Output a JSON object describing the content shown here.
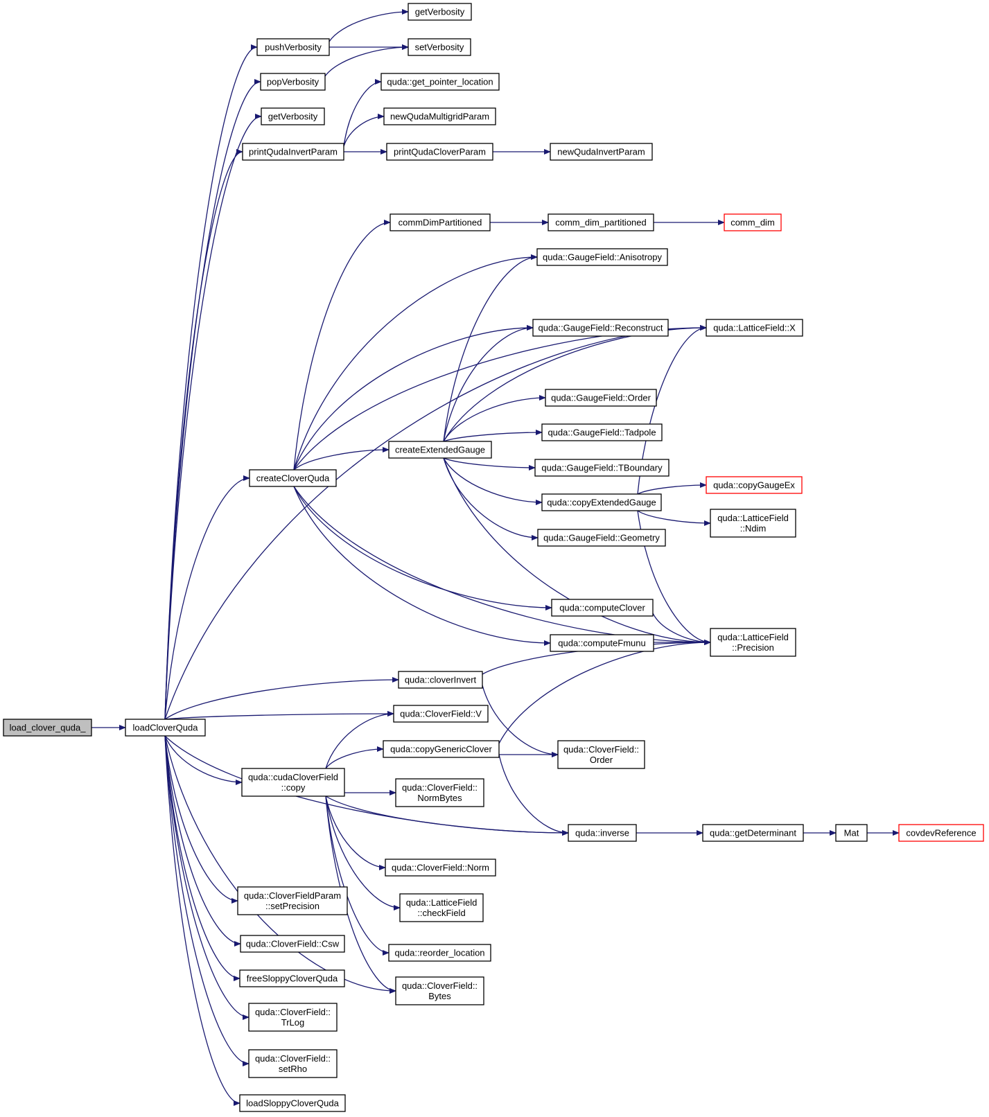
{
  "nodes": {
    "load_clover_quda_": {
      "lines": [
        "load_clover_quda_"
      ]
    },
    "loadCloverQuda": {
      "lines": [
        "loadCloverQuda"
      ]
    },
    "pushVerbosity": {
      "lines": [
        "pushVerbosity"
      ]
    },
    "popVerbosity": {
      "lines": [
        "popVerbosity"
      ]
    },
    "getVerbosity_a": {
      "lines": [
        "getVerbosity"
      ]
    },
    "getVerbosity_b": {
      "lines": [
        "getVerbosity"
      ]
    },
    "setVerbosity": {
      "lines": [
        "setVerbosity"
      ]
    },
    "printQudaInvertParam": {
      "lines": [
        "printQudaInvertParam"
      ]
    },
    "get_pointer_location": {
      "lines": [
        "quda::get_pointer_location"
      ]
    },
    "newQudaMultigridParam": {
      "lines": [
        "newQudaMultigridParam"
      ]
    },
    "printQudaCloverParam": {
      "lines": [
        "printQudaCloverParam"
      ]
    },
    "newQudaInvertParam": {
      "lines": [
        "newQudaInvertParam"
      ]
    },
    "commDimPartitioned": {
      "lines": [
        "commDimPartitioned"
      ]
    },
    "comm_dim_partitioned": {
      "lines": [
        "comm_dim_partitioned"
      ]
    },
    "comm_dim": {
      "lines": [
        "comm_dim"
      ]
    },
    "Anisotropy": {
      "lines": [
        "quda::GaugeField::Anisotropy"
      ]
    },
    "Reconstruct": {
      "lines": [
        "quda::GaugeField::Reconstruct"
      ]
    },
    "LatticeX": {
      "lines": [
        "quda::LatticeField::X"
      ]
    },
    "Order_g": {
      "lines": [
        "quda::GaugeField::Order"
      ]
    },
    "Tadpole": {
      "lines": [
        "quda::GaugeField::Tadpole"
      ]
    },
    "TBoundary": {
      "lines": [
        "quda::GaugeField::TBoundary"
      ]
    },
    "createExtendedGauge": {
      "lines": [
        "createExtendedGauge"
      ]
    },
    "createCloverQuda": {
      "lines": [
        "createCloverQuda"
      ]
    },
    "copyExtendedGauge": {
      "lines": [
        "quda::copyExtendedGauge"
      ]
    },
    "copyGaugeEx": {
      "lines": [
        "quda::copyGaugeEx"
      ]
    },
    "Ndim": {
      "lines": [
        "quda::LatticeField",
        "::Ndim"
      ]
    },
    "Geometry": {
      "lines": [
        "quda::GaugeField::Geometry"
      ]
    },
    "computeClover": {
      "lines": [
        "quda::computeClover"
      ]
    },
    "computeFmunu": {
      "lines": [
        "quda::computeFmunu"
      ]
    },
    "Precision": {
      "lines": [
        "quda::LatticeField",
        "::Precision"
      ]
    },
    "cloverInvert": {
      "lines": [
        "quda::cloverInvert"
      ]
    },
    "CloverV": {
      "lines": [
        "quda::CloverField::V"
      ]
    },
    "copyGenericClover": {
      "lines": [
        "quda::copyGenericClover"
      ]
    },
    "CloverOrder": {
      "lines": [
        "quda::CloverField::",
        "Order"
      ]
    },
    "cudaCloverCopy": {
      "lines": [
        "quda::cudaCloverField",
        "::copy"
      ]
    },
    "NormBytes": {
      "lines": [
        "quda::CloverField::",
        "NormBytes"
      ]
    },
    "inverse": {
      "lines": [
        "quda::inverse"
      ]
    },
    "getDeterminant": {
      "lines": [
        "quda::getDeterminant"
      ]
    },
    "Mat": {
      "lines": [
        "Mat"
      ]
    },
    "covdevReference": {
      "lines": [
        "covdevReference"
      ]
    },
    "CloverNorm": {
      "lines": [
        "quda::CloverField::Norm"
      ]
    },
    "setPrecision": {
      "lines": [
        "quda::CloverFieldParam",
        "::setPrecision"
      ]
    },
    "checkField": {
      "lines": [
        "quda::LatticeField",
        "::checkField"
      ]
    },
    "Csw": {
      "lines": [
        "quda::CloverField::Csw"
      ]
    },
    "reorder_location": {
      "lines": [
        "quda::reorder_location"
      ]
    },
    "freeSloppyCloverQuda": {
      "lines": [
        "freeSloppyCloverQuda"
      ]
    },
    "CloverBytes": {
      "lines": [
        "quda::CloverField::",
        "Bytes"
      ]
    },
    "TrLog": {
      "lines": [
        "quda::CloverField::",
        "TrLog"
      ]
    },
    "setRho": {
      "lines": [
        "quda::CloverField::",
        "setRho"
      ]
    },
    "loadSloppyCloverQuda": {
      "lines": [
        "loadSloppyCloverQuda"
      ]
    }
  },
  "edges": [
    [
      "load_clover_quda_",
      "loadCloverQuda"
    ],
    [
      "loadCloverQuda",
      "pushVerbosity"
    ],
    [
      "loadCloverQuda",
      "popVerbosity"
    ],
    [
      "loadCloverQuda",
      "getVerbosity_b"
    ],
    [
      "loadCloverQuda",
      "printQudaInvertParam"
    ],
    [
      "loadCloverQuda",
      "LatticeX"
    ],
    [
      "loadCloverQuda",
      "createCloverQuda"
    ],
    [
      "loadCloverQuda",
      "cloverInvert"
    ],
    [
      "loadCloverQuda",
      "CloverV"
    ],
    [
      "loadCloverQuda",
      "cudaCloverCopy"
    ],
    [
      "loadCloverQuda",
      "setPrecision"
    ],
    [
      "loadCloverQuda",
      "Csw"
    ],
    [
      "loadCloverQuda",
      "freeSloppyCloverQuda"
    ],
    [
      "loadCloverQuda",
      "TrLog"
    ],
    [
      "loadCloverQuda",
      "setRho"
    ],
    [
      "loadCloverQuda",
      "loadSloppyCloverQuda"
    ],
    [
      "loadCloverQuda",
      "CloverBytes"
    ],
    [
      "loadCloverQuda",
      "inverse"
    ],
    [
      "pushVerbosity",
      "getVerbosity_a"
    ],
    [
      "pushVerbosity",
      "setVerbosity"
    ],
    [
      "popVerbosity",
      "setVerbosity"
    ],
    [
      "printQudaInvertParam",
      "get_pointer_location"
    ],
    [
      "printQudaInvertParam",
      "newQudaMultigridParam"
    ],
    [
      "printQudaInvertParam",
      "printQudaCloverParam"
    ],
    [
      "printQudaCloverParam",
      "newQudaInvertParam"
    ],
    [
      "commDimPartitioned",
      "comm_dim_partitioned"
    ],
    [
      "comm_dim_partitioned",
      "comm_dim"
    ],
    [
      "createCloverQuda",
      "commDimPartitioned"
    ],
    [
      "createCloverQuda",
      "Anisotropy"
    ],
    [
      "createCloverQuda",
      "LatticeX"
    ],
    [
      "createCloverQuda",
      "Reconstruct"
    ],
    [
      "createCloverQuda",
      "createExtendedGauge"
    ],
    [
      "createCloverQuda",
      "computeClover"
    ],
    [
      "createCloverQuda",
      "computeFmunu"
    ],
    [
      "createCloverQuda",
      "Precision"
    ],
    [
      "createExtendedGauge",
      "Anisotropy"
    ],
    [
      "createExtendedGauge",
      "Reconstruct"
    ],
    [
      "createExtendedGauge",
      "LatticeX"
    ],
    [
      "createExtendedGauge",
      "Order_g"
    ],
    [
      "createExtendedGauge",
      "Tadpole"
    ],
    [
      "createExtendedGauge",
      "TBoundary"
    ],
    [
      "createExtendedGauge",
      "copyExtendedGauge"
    ],
    [
      "createExtendedGauge",
      "Geometry"
    ],
    [
      "createExtendedGauge",
      "Precision"
    ],
    [
      "copyExtendedGauge",
      "LatticeX"
    ],
    [
      "copyExtendedGauge",
      "copyGaugeEx"
    ],
    [
      "copyExtendedGauge",
      "Ndim"
    ],
    [
      "copyExtendedGauge",
      "Precision"
    ],
    [
      "computeClover",
      "Precision"
    ],
    [
      "computeFmunu",
      "Precision"
    ],
    [
      "cloverInvert",
      "Precision"
    ],
    [
      "cloverInvert",
      "CloverOrder"
    ],
    [
      "copyGenericClover",
      "CloverOrder"
    ],
    [
      "copyGenericClover",
      "inverse"
    ],
    [
      "copyGenericClover",
      "Precision"
    ],
    [
      "cudaCloverCopy",
      "CloverV"
    ],
    [
      "cudaCloverCopy",
      "copyGenericClover"
    ],
    [
      "cudaCloverCopy",
      "NormBytes"
    ],
    [
      "cudaCloverCopy",
      "inverse"
    ],
    [
      "cudaCloverCopy",
      "CloverNorm"
    ],
    [
      "cudaCloverCopy",
      "checkField"
    ],
    [
      "cudaCloverCopy",
      "reorder_location"
    ],
    [
      "cudaCloverCopy",
      "CloverBytes"
    ],
    [
      "inverse",
      "getDeterminant"
    ],
    [
      "getDeterminant",
      "Mat"
    ],
    [
      "Mat",
      "covdevReference"
    ]
  ],
  "colors": {
    "edge": "#191970",
    "root_fill": "#bfbfbf",
    "truncated_border": "#ff0000"
  },
  "truncated_nodes": [
    "comm_dim",
    "copyGaugeEx",
    "covdevReference"
  ],
  "root_node": "load_clover_quda_"
}
